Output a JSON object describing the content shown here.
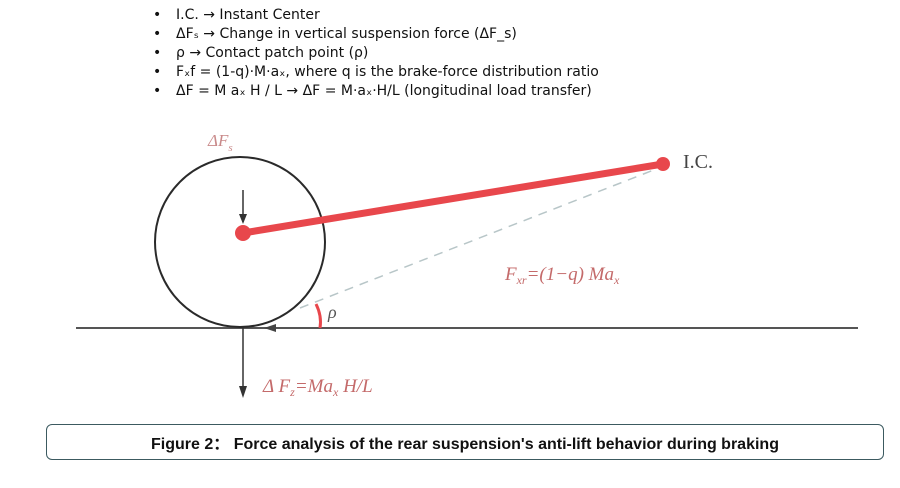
{
  "legend": {
    "items": [
      "I.C. → Instant Center",
      "ΔFₛ → Change in vertical suspension force (ΔF_s)",
      "ρ → Contact patch point (ρ)",
      "Fₓf = (1-q)·M·aₓ, where q is the brake-force distribution ratio",
      "ΔF = M aₓ H / L → ΔF = M·aₓ·H/L (longitudinal load transfer)"
    ]
  },
  "diagram": {
    "label_delta_fs": "ΔF",
    "label_delta_fs_sub": "s",
    "label_ic": "I.C.",
    "label_fxr": "F",
    "label_fxr_sub": "xr",
    "label_fxr_rest": "=(1−q) Ma",
    "label_fxr_rest_sub": "x",
    "label_rho": "ρ",
    "label_dfz": "Δ F",
    "label_dfz_sub": "z",
    "label_dfz_rest": "=Ma",
    "label_dfz_rest_sub": "x",
    "label_dfz_tail": " H/L",
    "colors": {
      "arm": "#e8474c",
      "label": "#c46a6a",
      "line": "#333333",
      "dashed": "#b8c6c8"
    }
  },
  "caption": {
    "text": "Figure 2： Force analysis of the rear suspension's anti-lift behavior during braking"
  }
}
